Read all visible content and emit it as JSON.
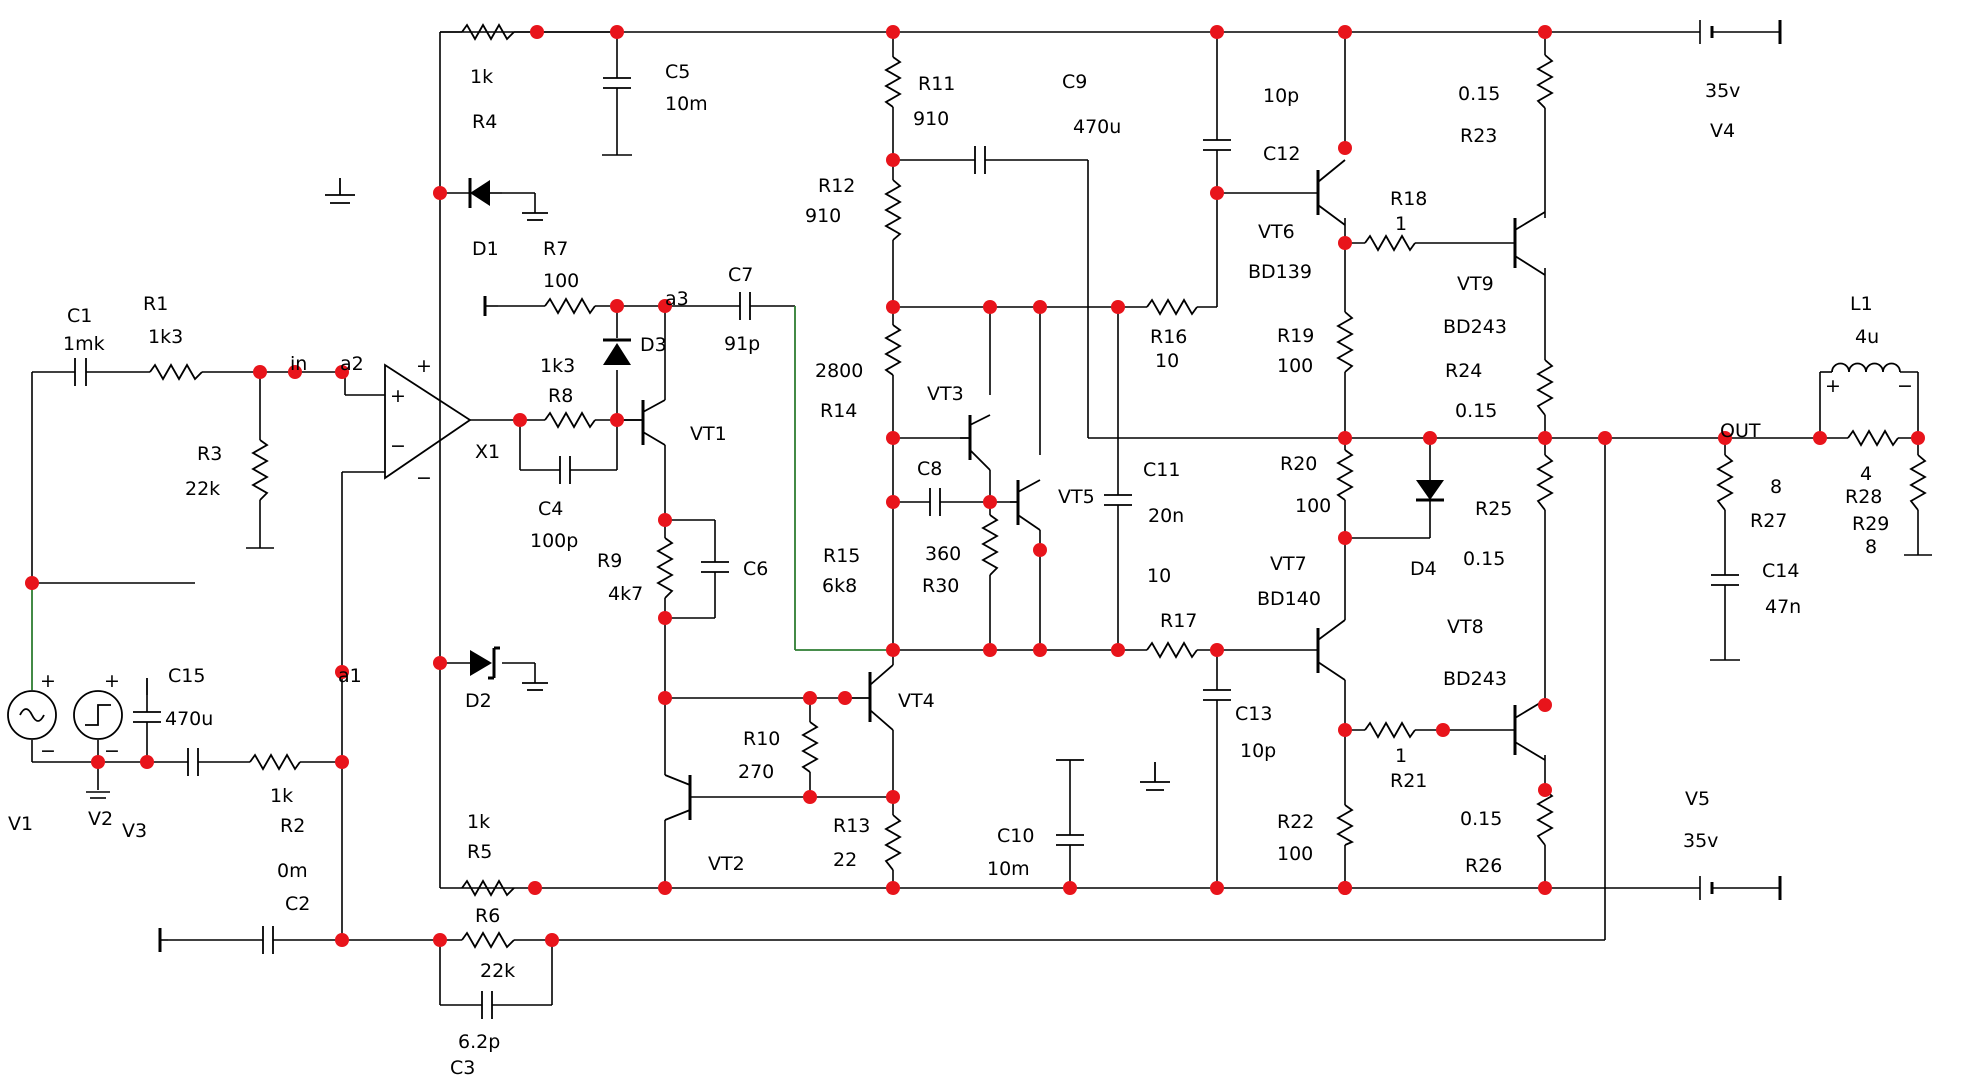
{
  "colors": {
    "wire": "#000000",
    "node": "#e8141b",
    "highlight_wire": "#2e7d32",
    "background": "#ffffff"
  },
  "schematic": {
    "labels": {
      "C1n": "C1",
      "C1v": "1mk",
      "R1n": "R1",
      "R1v": "1k3",
      "R3n": "R3",
      "R3v": "22k",
      "in": "in",
      "a2": "a2",
      "a1": "a1",
      "a3": "a3",
      "X1": "X1",
      "opPlus": "+",
      "opMinus": "−",
      "opPlusIn": "+",
      "opMinusIn": "−",
      "R4v": "1k",
      "R4n": "R4",
      "C5n": "C5",
      "C5v": "10m",
      "D1": "D1",
      "D2": "D2",
      "D3": "D3",
      "D4": "D4",
      "R7n": "R7",
      "R7v": "100",
      "C7n": "C7",
      "C7v": "91p",
      "R8v": "1k3",
      "R8n": "R8",
      "C4n": "C4",
      "C4v": "100p",
      "VT1": "VT1",
      "VT2": "VT2",
      "VT3": "VT3",
      "VT4": "VT4",
      "VT5": "VT5",
      "VT6": "VT6",
      "VT6t": "BD139",
      "VT7": "VT7",
      "VT7t": "BD140",
      "VT8": "VT8",
      "VT8t": "BD243",
      "VT9": "VT9",
      "VT9t": "BD243",
      "R9n": "R9",
      "R9v": "4k7",
      "C6n": "C6",
      "R10n": "R10",
      "R10v": "270",
      "R13n": "R13",
      "R13v": "22",
      "R11n": "R11",
      "R11v": "910",
      "R12n": "R12",
      "R12v": "910",
      "R14v": "2800",
      "R14n": "R14",
      "R15n": "R15",
      "R15v": "6k8",
      "C8n": "C8",
      "R30v": "360",
      "R30n": "R30",
      "C9n": "C9",
      "C9v": "470u",
      "C10n": "C10",
      "C10v": "10m",
      "C11n": "C11",
      "C11v": "20n",
      "R16n": "R16",
      "R16v": "10",
      "R17v": "10",
      "R17n": "R17",
      "C12v": "10p",
      "C12n": "C12",
      "C13n": "C13",
      "C13v": "10p",
      "R18n": "R18",
      "R18v": "1",
      "R19n": "R19",
      "R19v": "100",
      "R20n": "R20",
      "R20v": "100",
      "R21v": "1",
      "R21n": "R21",
      "R22n": "R22",
      "R22v": "100",
      "R23v": "0.15",
      "R23n": "R23",
      "R24n": "R24",
      "R24v": "0.15",
      "R25n": "R25",
      "R25v": "0.15",
      "R26v": "0.15",
      "R26n": "R26",
      "V4v": "35v",
      "V4n": "V4",
      "V5n": "V5",
      "V5v": "35v",
      "OUT": "OUT",
      "R27v": "8",
      "R27n": "R27",
      "C14n": "C14",
      "C14v": "47n",
      "L1n": "L1",
      "L1v": "4u",
      "R28v": "4",
      "R28n": "R28",
      "R29n": "R29",
      "R29v": "8",
      "lPlus": "+",
      "lMinus": "−",
      "C15n": "C15",
      "C15v": "470u",
      "V1": "V1",
      "V2": "V2",
      "V3": "V3",
      "v1Plus": "+",
      "v1Minus": "−",
      "v2Plus": "+",
      "v2Minus": "−",
      "R2v": "1k",
      "R2n": "R2",
      "C2v": "0m",
      "C2n": "C2",
      "R5v": "1k",
      "R5n": "R5",
      "R6n": "R6",
      "R6v": "22k",
      "C3v": "6.2p",
      "C3n": "C3"
    }
  }
}
